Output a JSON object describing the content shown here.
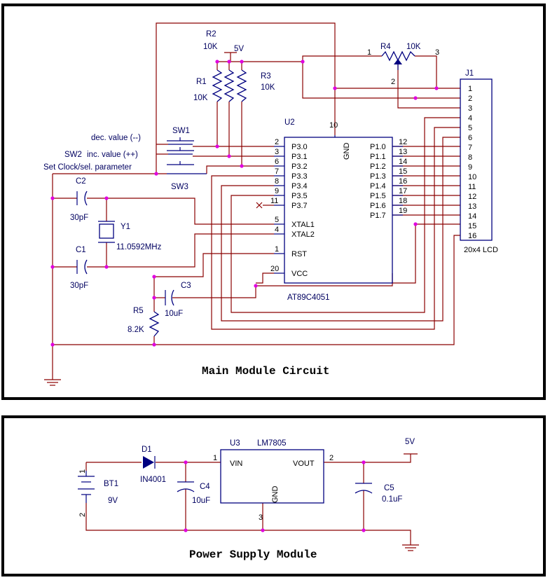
{
  "main_title": "Main Module Circuit",
  "power_title": "Power Supply Module",
  "components": {
    "r1": {
      "ref": "R1",
      "value": "10K"
    },
    "r2": {
      "ref": "R2",
      "value": "10K"
    },
    "r3": {
      "ref": "R3",
      "value": "10K"
    },
    "r4": {
      "ref": "R4",
      "value": "10K"
    },
    "r5": {
      "ref": "R5",
      "value": "8.2K"
    },
    "c1": {
      "ref": "C1",
      "value": "30pF"
    },
    "c2": {
      "ref": "C2",
      "value": "30pF"
    },
    "c3": {
      "ref": "C3",
      "value": "10uF"
    },
    "c4": {
      "ref": "C4",
      "value": "10uF"
    },
    "c5": {
      "ref": "C5",
      "value": "0.1uF"
    },
    "y1": {
      "ref": "Y1",
      "value": "11.0592MHz"
    },
    "sw1": {
      "ref": "SW1",
      "desc": "dec. value (--)"
    },
    "sw2": {
      "ref": "SW2",
      "desc": "inc. value (++)"
    },
    "sw3": {
      "ref": "SW3",
      "desc": "Set Clock/sel. parameter"
    },
    "u2": {
      "ref": "U2",
      "part": "AT89C4051"
    },
    "u3": {
      "ref": "U3",
      "part": "LM7805"
    },
    "j1": {
      "ref": "J1",
      "part": "20x4 LCD"
    },
    "d1": {
      "ref": "D1",
      "part": "IN4001"
    },
    "bt1": {
      "ref": "BT1",
      "value": "9V"
    },
    "vcc": {
      "label": "5V"
    }
  },
  "u2_pins": {
    "left": [
      {
        "num": "2",
        "name": "P3.0"
      },
      {
        "num": "3",
        "name": "P3.1"
      },
      {
        "num": "6",
        "name": "P3.2"
      },
      {
        "num": "7",
        "name": "P3.3"
      },
      {
        "num": "8",
        "name": "P3.4"
      },
      {
        "num": "9",
        "name": "P3.5"
      },
      {
        "num": "11",
        "name": "P3.7"
      },
      {
        "num": "5",
        "name": "XTAL1"
      },
      {
        "num": "4",
        "name": "XTAL2"
      },
      {
        "num": "1",
        "name": "RST"
      },
      {
        "num": "20",
        "name": "VCC"
      }
    ],
    "right": [
      {
        "num": "12",
        "name": "P1.0"
      },
      {
        "num": "13",
        "name": "P1.1"
      },
      {
        "num": "14",
        "name": "P1.2"
      },
      {
        "num": "15",
        "name": "P1.3"
      },
      {
        "num": "16",
        "name": "P1.4"
      },
      {
        "num": "17",
        "name": "P1.5"
      },
      {
        "num": "18",
        "name": "P1.6"
      },
      {
        "num": "19",
        "name": "P1.7"
      }
    ],
    "gnd": {
      "num": "10",
      "name": "GND"
    }
  },
  "j1_pins": [
    "1",
    "2",
    "3",
    "4",
    "5",
    "6",
    "7",
    "8",
    "9",
    "10",
    "11",
    "12",
    "13",
    "14",
    "15",
    "16"
  ],
  "r4_pins": [
    "1",
    "2",
    "3"
  ],
  "u3_pins": {
    "vin": {
      "num": "1",
      "name": "VIN"
    },
    "vout": {
      "num": "2",
      "name": "VOUT"
    },
    "gnd": {
      "num": "3",
      "name": "GND"
    }
  },
  "bt1_pins": [
    "1",
    "2"
  ]
}
